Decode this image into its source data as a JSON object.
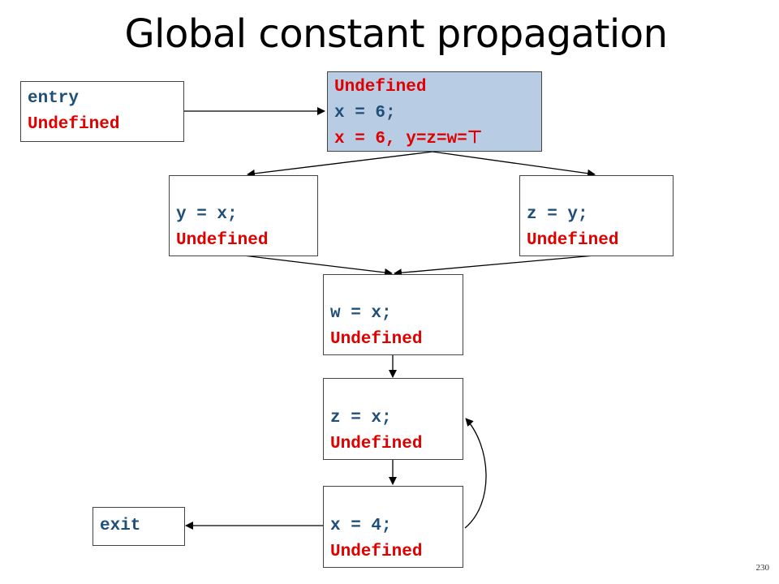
{
  "title": "Global constant propagation",
  "slide_number": "230",
  "nodes": {
    "entry": {
      "code": "entry",
      "state": "Undefined"
    },
    "n1": {
      "state_in": "Undefined",
      "code": "x = 6;",
      "state_out": "x = 6, y=z=w=⊤"
    },
    "n2": {
      "code": "y = x;",
      "state": "Undefined"
    },
    "n3": {
      "code": "z = y;",
      "state": "Undefined"
    },
    "n4": {
      "code": "w = x;",
      "state": "Undefined"
    },
    "n5": {
      "code": "z = x;",
      "state": "Undefined"
    },
    "n6": {
      "code": "x = 4;",
      "state": "Undefined"
    },
    "exit": {
      "code": "exit"
    }
  },
  "colors": {
    "code": "#1f4e79",
    "state": "#e00000",
    "highlight": "#b8cce4"
  }
}
